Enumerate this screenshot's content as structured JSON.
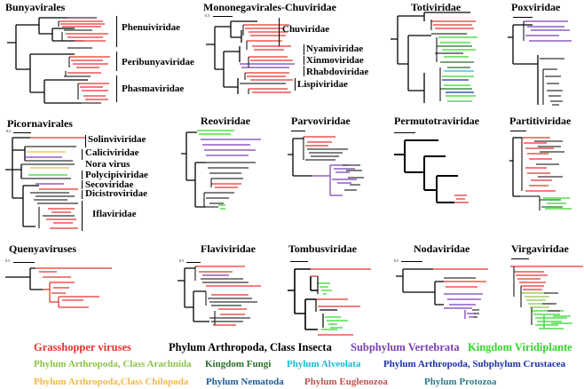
{
  "panels": {
    "bunyavirales": {
      "title": "Bunyavirales",
      "clades": [
        "Phenuiviridae",
        "Peribunyaviridae",
        "Phasmaviridae"
      ]
    },
    "mononegavirales": {
      "title": "Mononegavirales-Chuviridae",
      "clades": [
        "Chuviridae",
        "Nyamiviridae",
        "Xinmoviridae",
        "Rhabdoviridae",
        "Lispiviridae"
      ],
      "scale": "0.5"
    },
    "totiviridae": {
      "title": "Totiviridae"
    },
    "poxviridae": {
      "title": "Poxviridae"
    },
    "picornavirales": {
      "title": "Picornavirales",
      "clades": [
        "Solinviviridae",
        "Caliciviridae",
        "Nora virus",
        "Polycipiviridae",
        "Secoviridae",
        "Dicistroviridae",
        "Iflaviridae"
      ],
      "scale": "0.5"
    },
    "reoviridae": {
      "title": "Reoviridae"
    },
    "parvoviridae": {
      "title": "Parvoviridae"
    },
    "permutotetraviridae": {
      "title": "Permutotraviridae"
    },
    "partitiviridae": {
      "title": "Partitiviridae"
    },
    "quenyaviruses": {
      "title": "Quenyaviruses",
      "scale": "0.5"
    },
    "flaviviridae": {
      "title": "Flaviviridae",
      "scale": "0.5"
    },
    "tombusviridae": {
      "title": "Tombusviridae"
    },
    "nodaviridae": {
      "title": "Nodaviridae",
      "scale": "0.5"
    },
    "virgaviridae": {
      "title": "Virgaviridae"
    }
  },
  "legend": {
    "row1": [
      {
        "label": "Grasshopper viruses",
        "color": "#e8332f"
      },
      {
        "label": "Phylum Arthropoda, Class Insecta",
        "color": "#000000"
      },
      {
        "label": "Subphylum Vertebrata",
        "color": "#7b3fb0"
      },
      {
        "label": "Kingdom Viridiplante",
        "color": "#31d62a"
      }
    ],
    "row2": [
      {
        "label": "Phylum Arthropoda, Class Arachnida",
        "color": "#8cc24a"
      },
      {
        "label": "Kingdom Fungi",
        "color": "#2a6e2a"
      },
      {
        "label": "Phylum Alveolata",
        "color": "#19b9d6"
      },
      {
        "label": "Phylum Arthropoda, Subphylum Crustacea",
        "color": "#1a2fb0"
      }
    ],
    "row3": [
      {
        "label": "Phylum Arthropoda,Class Chilopoda",
        "color": "#f2b84b"
      },
      {
        "label": "Phylum Nematoda",
        "color": "#1e5a9c"
      },
      {
        "label": "Phylum Euglenozoa",
        "color": "#c0504d"
      },
      {
        "label": "Phylum Protozoa",
        "color": "#2b7a8c"
      }
    ]
  }
}
